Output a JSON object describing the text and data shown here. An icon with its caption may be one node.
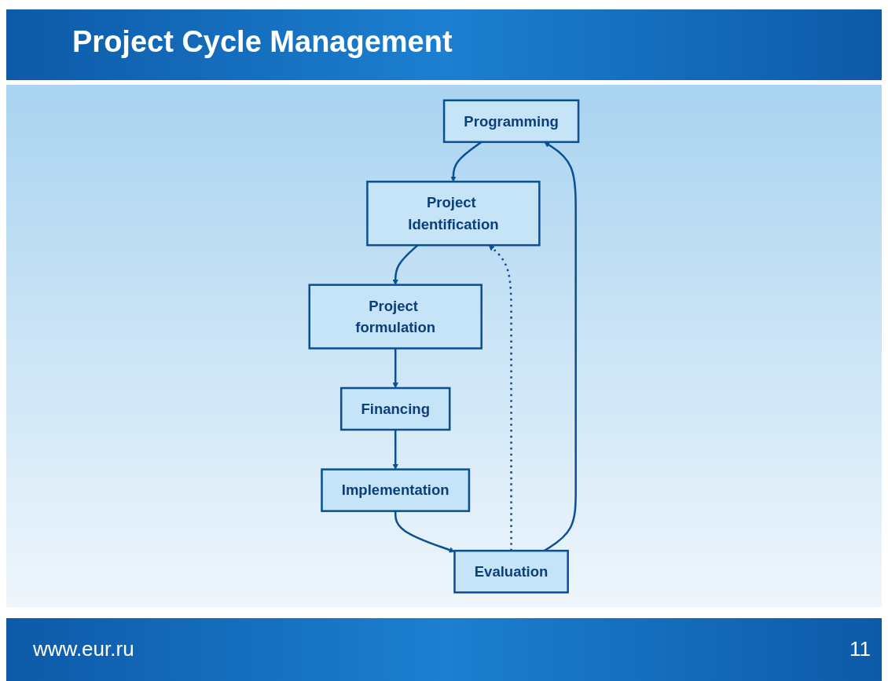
{
  "diagram": {
    "title": "Project Cycle Management",
    "nodes": [
      {
        "text": [
          "Programming"
        ]
      },
      {
        "text": [
          "Project Identification"
        ]
      },
      {
        "text": [
          "Project formulation"
        ]
      },
      {
        "text": [
          "Financing"
        ]
      },
      {
        "text": [
          "Implementation"
        ]
      },
      {
        "text": [
          "Evaluation"
        ]
      }
    ],
    "edges": [
      {
        "from": 0,
        "to": 1,
        "arrow": "to"
      },
      {
        "from": 1,
        "to": 2,
        "arrow": "to"
      },
      {
        "from": 2,
        "to": 3,
        "arrow": "to"
      },
      {
        "from": 3,
        "to": 4,
        "arrow": "to"
      },
      {
        "from": 4,
        "to": 5,
        "arrow": "to"
      },
      {
        "from": 5,
        "to": 0,
        "arrow": "to"
      },
      {
        "from": 5,
        "to": 1,
        "arrow": "to",
        "style": "dashed"
      }
    ],
    "labels": [
      "www.eur.ru",
      "11"
    ]
  }
}
